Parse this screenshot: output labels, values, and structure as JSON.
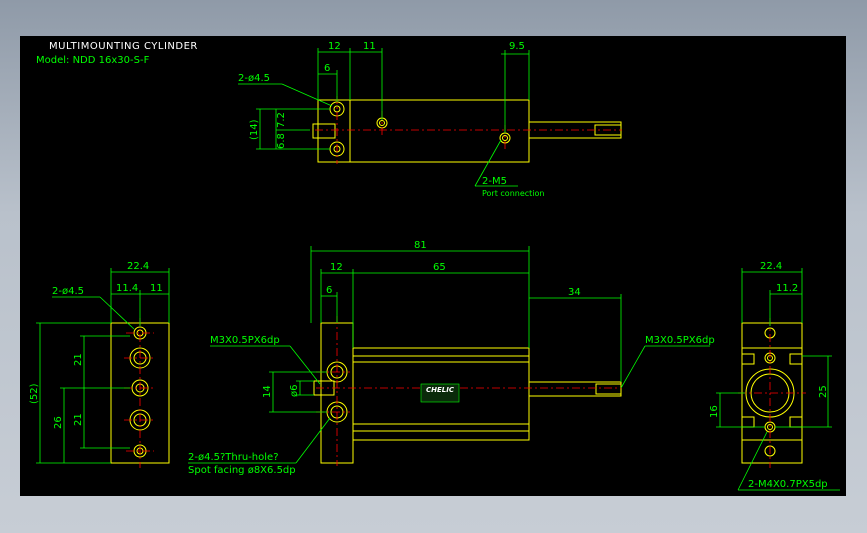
{
  "title": "MULTIMOUNTING CYLINDER",
  "model": "Model: NDD 16x30-S-F",
  "logo": "CHELIC",
  "top_view": {
    "dim_12": "12",
    "dim_11": "11",
    "dim_9_5": "9.5",
    "dim_6": "6",
    "hole_label": "2-ø4.5",
    "dim_14p": "(14)",
    "dim_7_2": "7.2",
    "dim_6_8": "6.8",
    "port_label": "2-M5",
    "port_note": "Port connection"
  },
  "front_view": {
    "dim_81": "81",
    "dim_12": "12",
    "dim_65": "65",
    "dim_34": "34",
    "dim_6": "6",
    "thread_left": "M3X0.5PX6dp",
    "thread_right": "M3X0.5PX6dp",
    "dim_14": "14",
    "dim_phi6": "ø6",
    "thru_label": "2-ø4.5?Thru-hole?",
    "spot_label": "Spot facing ø8X6.5dp"
  },
  "left_view": {
    "dim_22_4": "22.4",
    "dim_11_4": "11.4",
    "dim_11": "11",
    "hole_label": "2-ø4.5",
    "dim_52": "(52)",
    "dim_21a": "21",
    "dim_21b": "21",
    "dim_26": "26"
  },
  "right_view": {
    "dim_22_4": "22.4",
    "dim_11_2": "11.2",
    "dim_25": "25",
    "dim_16": "16",
    "thread_label": "2-M4X0.7PX5dp"
  }
}
